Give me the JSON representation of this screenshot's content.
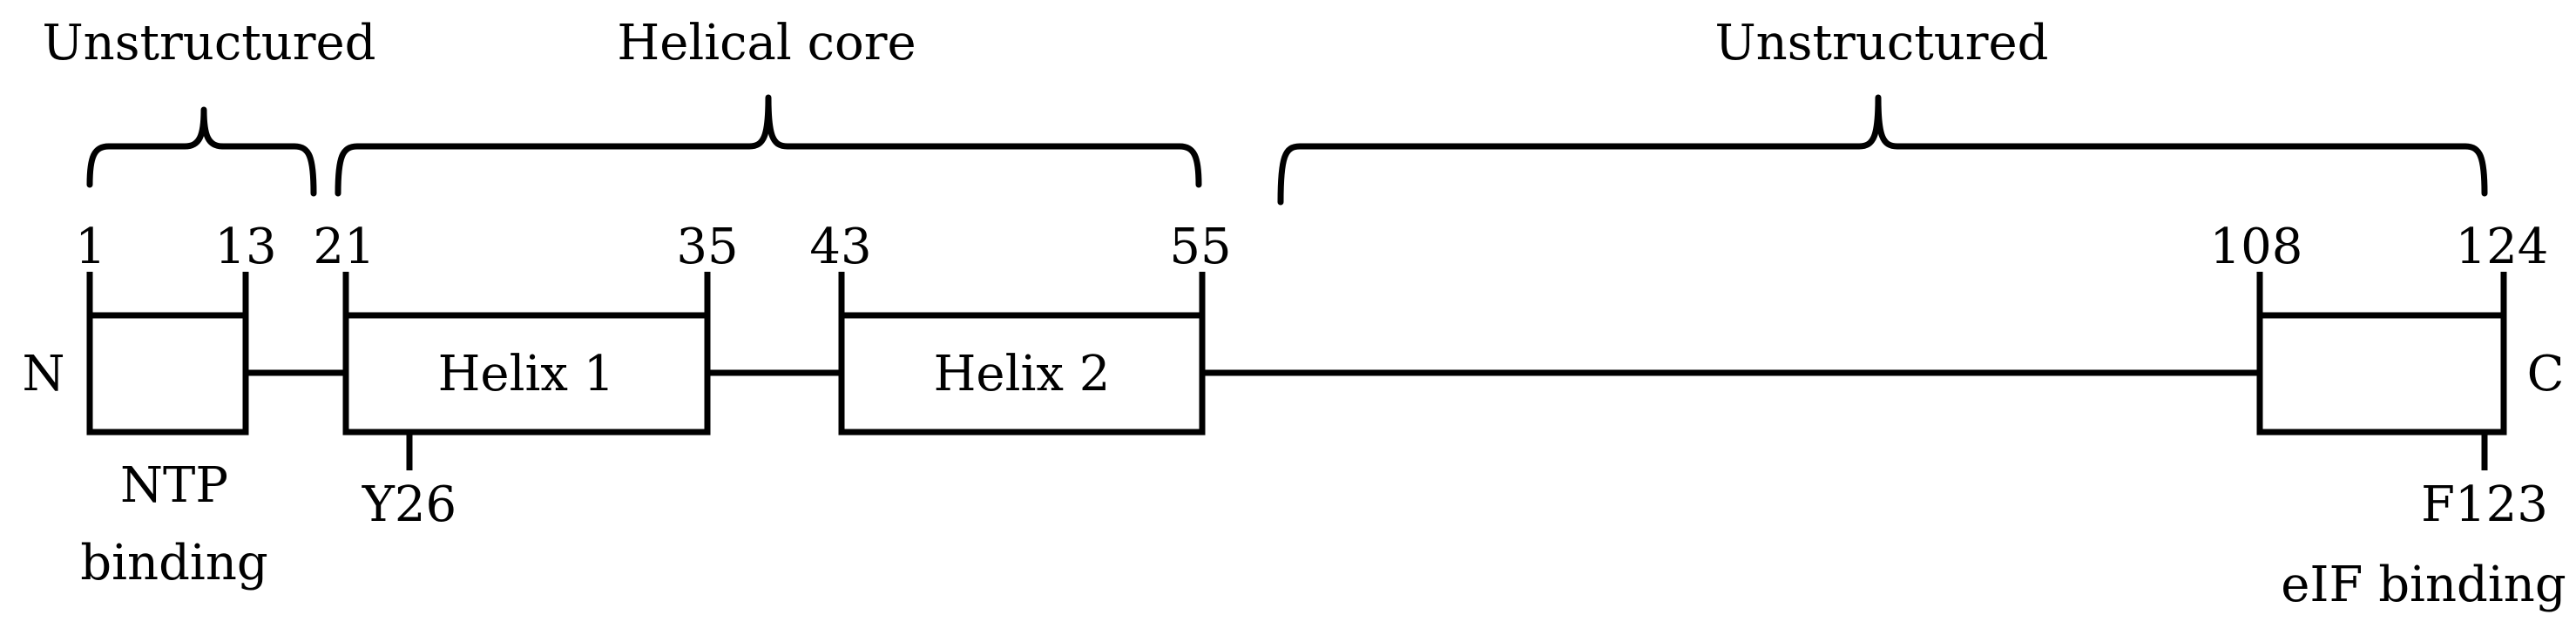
{
  "regions": {
    "n_unstructured": "Unstructured",
    "helical_core": "Helical core",
    "c_unstructured": "Unstructured"
  },
  "terminals": {
    "n": "N",
    "c": "C"
  },
  "residues": {
    "r1": "1",
    "r13": "13",
    "r21": "21",
    "r35": "35",
    "r43": "43",
    "r55": "55",
    "r108": "108",
    "r124": "124"
  },
  "domains": {
    "helix1": "Helix 1",
    "helix2": "Helix 2"
  },
  "annotations": {
    "ntp_line1": "NTP",
    "ntp_line2": "binding",
    "y26": "Y26",
    "f123": "F123",
    "eif_binding": "eIF binding"
  }
}
